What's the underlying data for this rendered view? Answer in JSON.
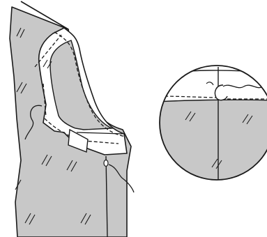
{
  "diagram": {
    "kind": "sewing-illustration",
    "subject": "armhole-binding-application",
    "panels": [
      "garment-armhole-view",
      "magnified-stitch-detail-circle"
    ]
  },
  "colors": {
    "fabric_fill": "#c8c8c8",
    "binding_fill": "#ffffff",
    "outline": "#1a1a1a",
    "background": "#ffffff"
  },
  "icons": {
    "magnifier": "magnify-circle-icon",
    "needle": "needle-icon",
    "thread": "thread-tail-icon"
  }
}
